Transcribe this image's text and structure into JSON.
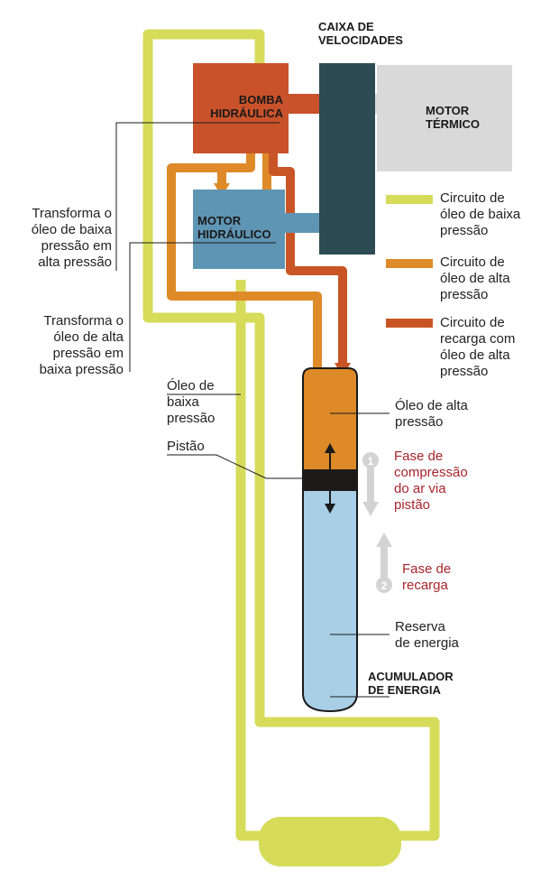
{
  "colors": {
    "low_pressure": "#d6dc5a",
    "high_pressure": "#de8a28",
    "recharge": "#c95526",
    "pump": "#c9522a",
    "hydraulic_motor": "#5f95b4",
    "gearbox": "#2d4b52",
    "thermal_motor": "#d9d9d9",
    "accumulator_oil": "#de8a28",
    "accumulator_reserve": "#a9cfe7",
    "piston": "#1e1a19",
    "phase_label": "#a8242c",
    "phase_icon": "#d3d3d3"
  },
  "components": {
    "gearbox_label": "CAIXA DE\nVELOCIDADES",
    "pump_label": "BOMBA\nHIDRÁULICA",
    "thermal_motor_label": "MOTOR\nTÉRMICO",
    "hydraulic_motor_label": "MOTOR\nHIDRÁULICO",
    "accumulator_label": "ACUMULADOR\nDE ENERGIA"
  },
  "legend": [
    {
      "label": "Circuito de\nóleo de baixa\npressão",
      "color_key": "low_pressure"
    },
    {
      "label": "Circuito de\nóleo de alta\npressão",
      "color_key": "high_pressure"
    },
    {
      "label": "Circuito de\nrecarga com\nóleo de alta\npressão",
      "color_key": "recharge"
    }
  ],
  "annotations": {
    "pump_desc": "Transforma o\nóleo de baixa\npressão em\nalta pressão",
    "motor_desc": "Transforma o\nóleo de alta\npressão em\nbaixa pressão",
    "low_oil": "Óleo de\nbaixa\npressão",
    "piston": "Pistão",
    "high_oil": "Óleo de alta\npressão",
    "reserve": "Reserva\nde energia"
  },
  "phases": [
    {
      "number": "1",
      "label": "Fase de\ncompressão\ndo ar via\npistão",
      "icon": "arrow-down-icon"
    },
    {
      "number": "2",
      "label": "Fase de\nrecarga",
      "icon": "arrow-up-icon"
    }
  ]
}
